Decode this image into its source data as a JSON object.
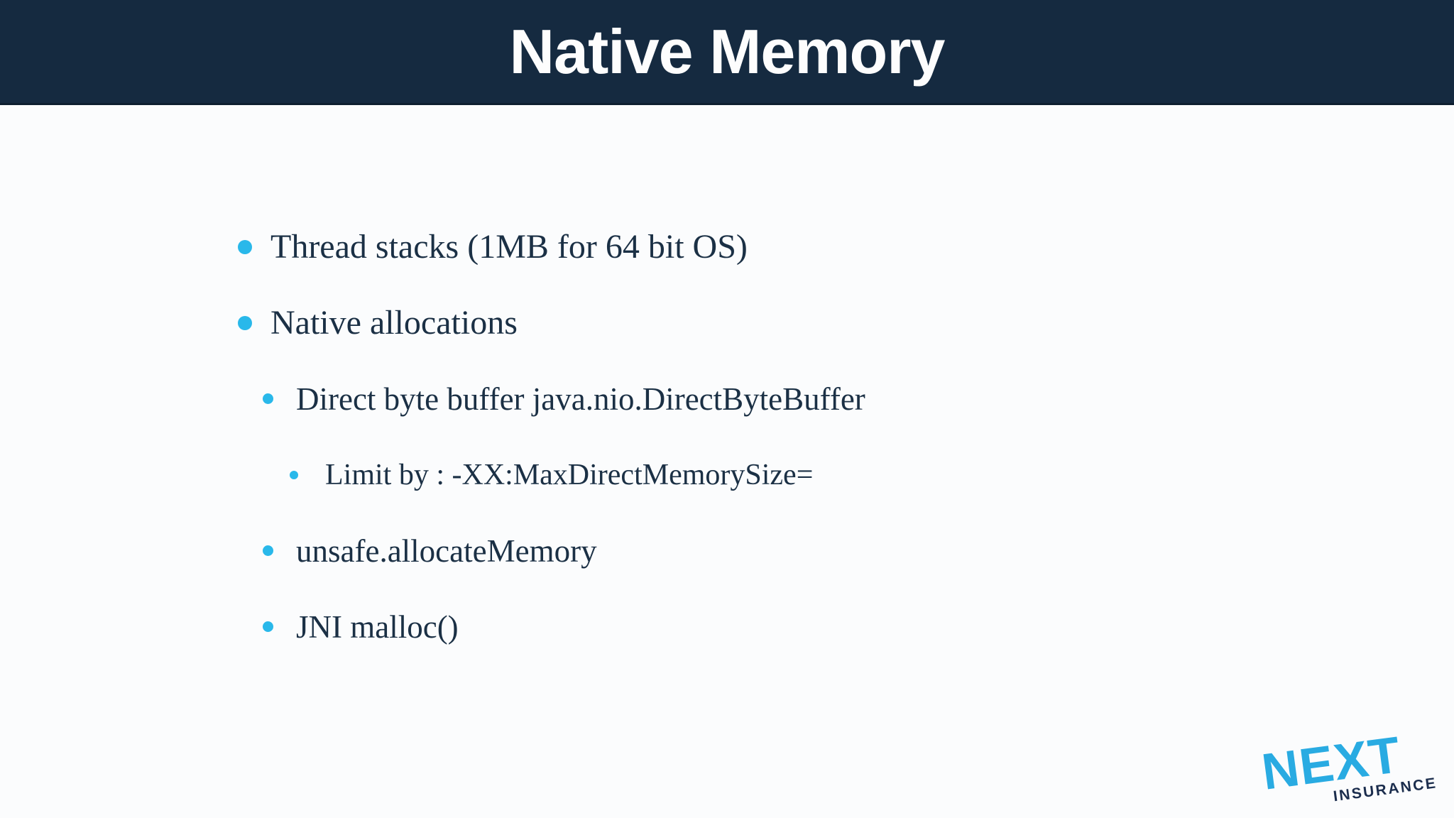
{
  "slide": {
    "title": "Native Memory",
    "bullets": [
      {
        "level": 1,
        "text": "Thread stacks (1MB for 64 bit OS)"
      },
      {
        "level": 1,
        "text": "Native allocations"
      },
      {
        "level": 2,
        "text": "Direct byte buffer java.nio.DirectByteBuffer"
      },
      {
        "level": 3,
        "text": "Limit by : -XX:MaxDirectMemorySize="
      },
      {
        "level": 2,
        "text": "unsafe.allocateMemory"
      },
      {
        "level": 2,
        "text": "JNI malloc()"
      }
    ],
    "logo": {
      "brand": "NEXT",
      "tagline": "INSURANCE"
    },
    "colors": {
      "header_bg": "#152a40",
      "title_text": "#fdfdfd",
      "body_text": "#1b3045",
      "bullet": "#29b8ea",
      "logo_blue": "#29abe2",
      "logo_navy": "#1b2d4d",
      "background": "#fbfcfd"
    }
  }
}
